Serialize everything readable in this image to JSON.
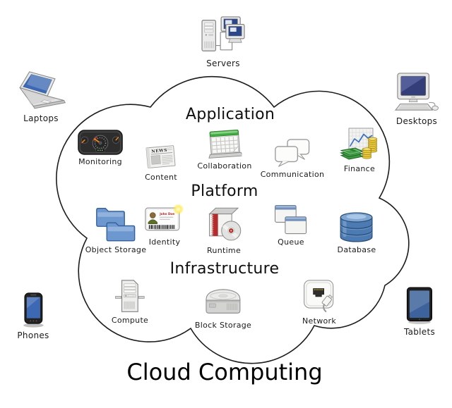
{
  "title": "Cloud Computing",
  "devices": [
    "Servers",
    "Laptops",
    "Desktops",
    "Phones",
    "Tablets"
  ],
  "cloud_layers": [
    {
      "name": "Application",
      "services": [
        "Monitoring",
        "Content",
        "Collaboration",
        "Communication",
        "Finance"
      ]
    },
    {
      "name": "Platform",
      "services": [
        "Object Storage",
        "Identity",
        "Runtime",
        "Queue",
        "Database"
      ]
    },
    {
      "name": "Infrastructure",
      "services": [
        "Compute",
        "Block Storage",
        "Network"
      ]
    }
  ],
  "icon_text": {
    "news_headline": "NEWS",
    "identity_name": "John Doe"
  },
  "colors": {
    "background": "#ffffff",
    "outline": "#1c1c1c",
    "screen_blue": "#3c68b4",
    "tablet_screen_blue": "#3e639c",
    "desktop_screen_navy": "#343e78",
    "folder_blue": "#6d97cf",
    "database_blue": "#4c7ab2",
    "database_top_blue": "#7fa5d2",
    "queue_titlebar_blue": "#7091bd",
    "calendar_green": "#3fae3f",
    "money_green": "#43a047",
    "coin_gold": "#e9cb3f",
    "gauge_needle_orange": "#e8821e",
    "runtime_red": "#b32b2b",
    "cd_center_red": "#c23a33",
    "glow_yellow": "#ffe94d",
    "identity_name_red": "#b22222"
  }
}
